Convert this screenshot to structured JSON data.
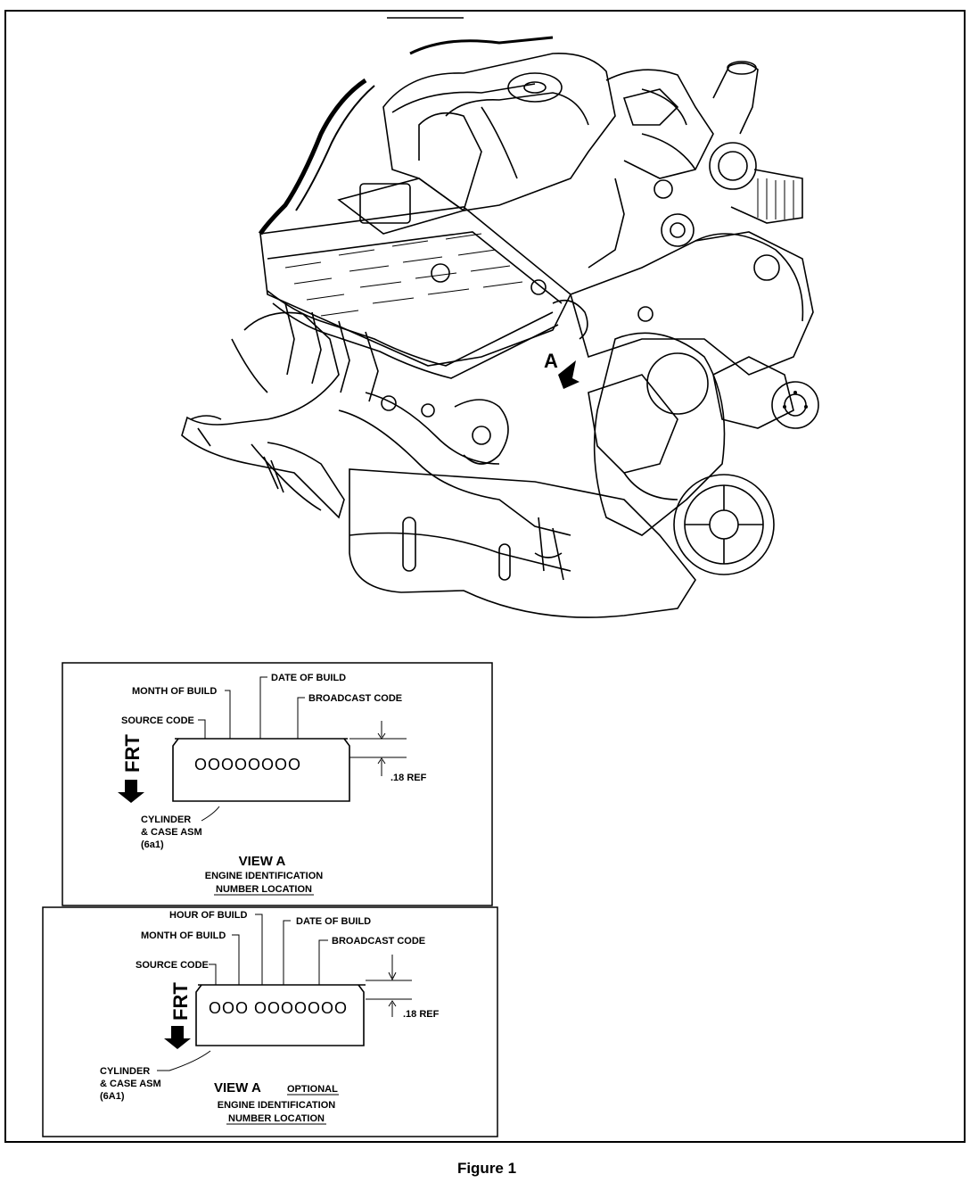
{
  "figure": {
    "caption": "Figure 1",
    "engine_marker": "A"
  },
  "view_a": {
    "labels": {
      "month": "MONTH OF BUILD",
      "date": "DATE OF BUILD",
      "broadcast": "BROADCAST CODE",
      "source": "SOURCE CODE",
      "ref": ".18 REF",
      "frt": "FRT",
      "cyl1": "CYLINDER",
      "cyl2": "& CASE ASM",
      "cyl3": "(6a1)"
    },
    "code": "OOOOOOOO",
    "title": "VIEW A",
    "sub1": "ENGINE IDENTIFICATION",
    "sub2": "NUMBER LOCATION"
  },
  "view_b": {
    "labels": {
      "hour": "HOUR OF BUILD",
      "month": "MONTH OF BUILD",
      "date": "DATE OF BUILD",
      "broadcast": "BROADCAST CODE",
      "source": "SOURCE CODE",
      "ref": ".18 REF",
      "frt": "FRT",
      "cyl1": "CYLINDER",
      "cyl2": "& CASE ASM",
      "cyl3": "(6A1)"
    },
    "code": "OOO OOOOOOO",
    "title": "VIEW A",
    "optional": "OPTIONAL",
    "sub1": "ENGINE IDENTIFICATION",
    "sub2": "NUMBER LOCATION"
  }
}
